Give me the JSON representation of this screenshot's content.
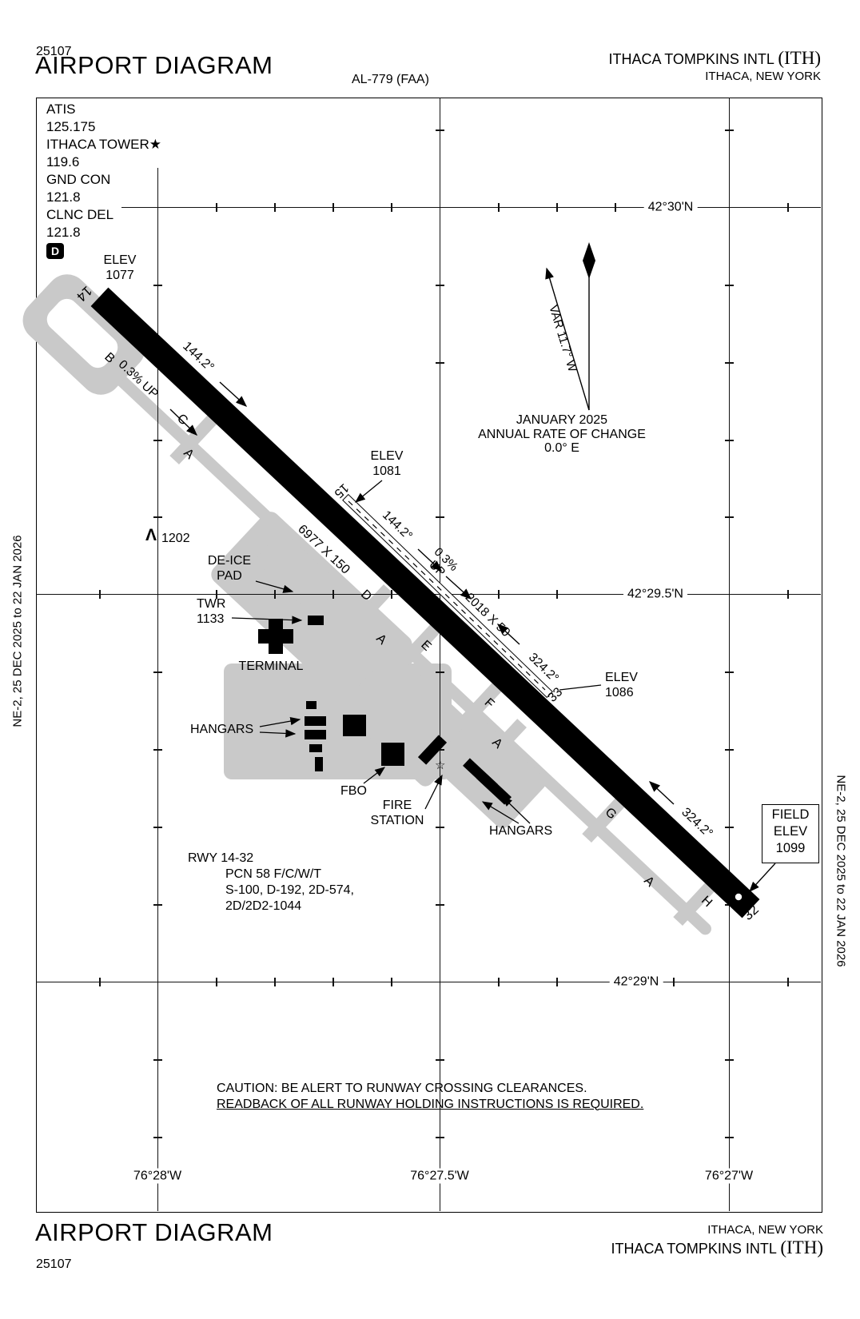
{
  "header": {
    "doc_number": "25107",
    "title": "AIRPORT DIAGRAM",
    "chart_ref": "AL-779 (FAA)",
    "airport_name": "ITHACA TOMPKINS INTL",
    "airport_code": "(ITH)",
    "city": "ITHACA, NEW YORK"
  },
  "footer": {
    "title": "AIRPORT DIAGRAM",
    "doc_number": "25107",
    "city": "ITHACA, NEW YORK",
    "airport_name": "ITHACA TOMPKINS INTL",
    "airport_code": "(ITH)"
  },
  "comm": {
    "lines": [
      "ATIS",
      "125.175",
      "ITHACA TOWER★",
      "119.6",
      "GND CON",
      "121.8",
      "CLNC DEL",
      "121.8"
    ],
    "d_symbol": "D"
  },
  "elevations": {
    "rwy14": [
      "ELEV",
      "1077"
    ],
    "rwy15": [
      "ELEV",
      "1081"
    ],
    "rwy33": [
      "ELEV",
      "1086"
    ],
    "field": [
      "FIELD",
      "ELEV",
      "1099"
    ]
  },
  "runways": {
    "main": {
      "number_nw": "14",
      "number_se": "32",
      "dimensions": "6977 X 150",
      "heading_se": "144.2°",
      "heading_nw": "324.2°",
      "gradient": "0.3% UP"
    },
    "small": {
      "number_nw": "15",
      "number_se": "33",
      "dimensions": "2018 X 50",
      "heading_se": "144.2°",
      "heading_nw": "324.2°",
      "gradient_pct": "0.3%",
      "gradient_dir": "UP"
    }
  },
  "taxiways": {
    "letters": [
      "B",
      "C",
      "A",
      "D",
      "A",
      "E",
      "F",
      "A",
      "G",
      "A",
      "H"
    ]
  },
  "poi": {
    "deice_line1": "DE-ICE",
    "deice_line2": "PAD",
    "twr_line1": "TWR",
    "twr_line2": "1133",
    "terminal": "TERMINAL",
    "hangars_left": "HANGARS",
    "hangars_right": "HANGARS",
    "fbo": "FBO",
    "fire_line1": "FIRE",
    "fire_line2": "STATION",
    "obstacle_elev": "1202",
    "obstacle_symbol": "Λ",
    "beacon_symbol": "☆"
  },
  "variation": {
    "var_label": "VAR 11.7° W",
    "date": "JANUARY 2025",
    "rate_line1": "ANNUAL RATE OF CHANGE",
    "rate_line2": "0.0° E"
  },
  "runway_data": {
    "line1": "RWY 14-32",
    "line2": "PCN 58 F/C/W/T",
    "line3": "S-100, D-192, 2D-574,",
    "line4": "2D/2D2-1044"
  },
  "caution": {
    "line1": "CAUTION:  BE ALERT TO RUNWAY CROSSING CLEARANCES.",
    "line2": "READBACK OF ALL RUNWAY HOLDING INSTRUCTIONS IS REQUIRED."
  },
  "grid": {
    "latitudes": [
      "42°30'N",
      "42°29.5'N",
      "42°29'N"
    ],
    "longitudes": [
      "76°28'W",
      "76°27.5'W",
      "76°27'W"
    ]
  },
  "edition": {
    "note": "NE-2, 25 DEC 2025 to 22 JAN 2026"
  }
}
